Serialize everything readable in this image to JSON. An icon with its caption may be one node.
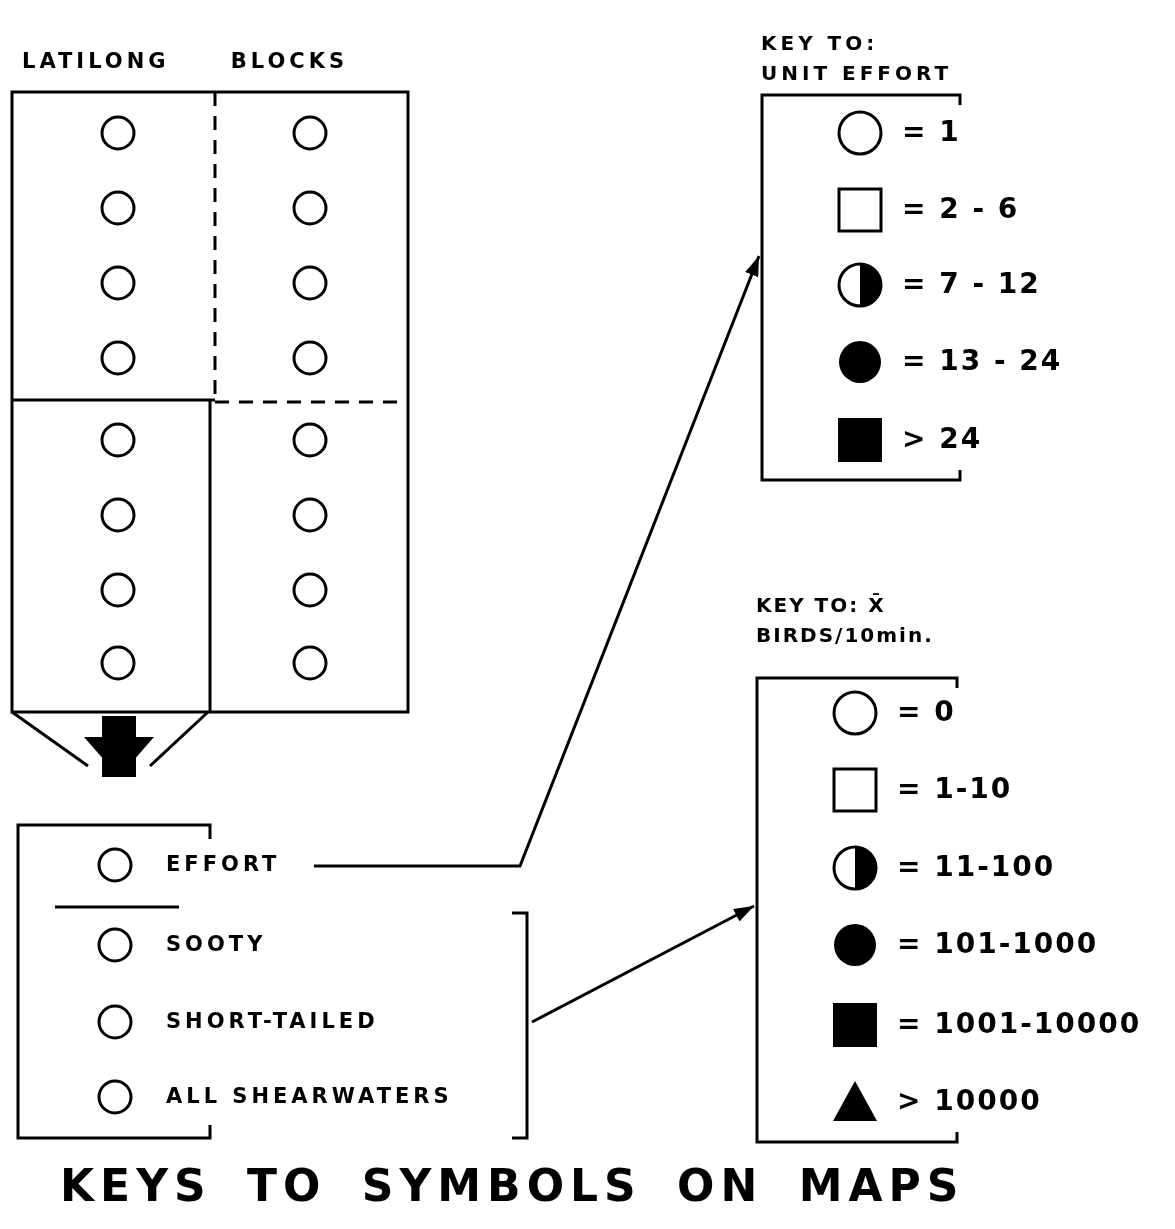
{
  "diagram": {
    "title": "KEYS TO SYMBOLS ON MAPS",
    "nodes": [
      {
        "text": [
          "LATILONG BLOCKS"
        ]
      },
      {
        "text": [],
        "shape": "box"
      },
      {
        "text": [
          "EFFORT"
        ],
        "in": 1
      },
      {
        "text": [
          "SOOTY"
        ],
        "in": 1
      },
      {
        "text": [
          "SHORT-TAILED"
        ],
        "in": 1
      },
      {
        "text": [
          "ALL SHEARWATERS"
        ],
        "in": 1
      },
      {
        "text": [
          "KEY TO: UNIT EFFORT"
        ]
      },
      {
        "text": [
          "KEY TO: X̄ BIRDS/10min."
        ]
      }
    ],
    "edges": [
      {
        "from": 0,
        "to": 1,
        "arrow": "to",
        "style": "thick"
      },
      {
        "from": 2,
        "to": 6,
        "arrow": "to"
      },
      {
        "from": 1,
        "to": 7,
        "arrow": "to"
      }
    ],
    "legend": [
      {
        "text": "= 1"
      },
      {
        "text": "= 2 - 6"
      },
      {
        "text": "= 7 - 12"
      },
      {
        "text": "= 13 - 24"
      },
      {
        "text": "> 24"
      },
      {
        "text": "= 0"
      },
      {
        "text": "= 1-10"
      },
      {
        "text": "= 11-100"
      },
      {
        "text": "= 101-1000"
      },
      {
        "text": "= 1001-10000"
      },
      {
        "text": "> 10000"
      }
    ]
  }
}
